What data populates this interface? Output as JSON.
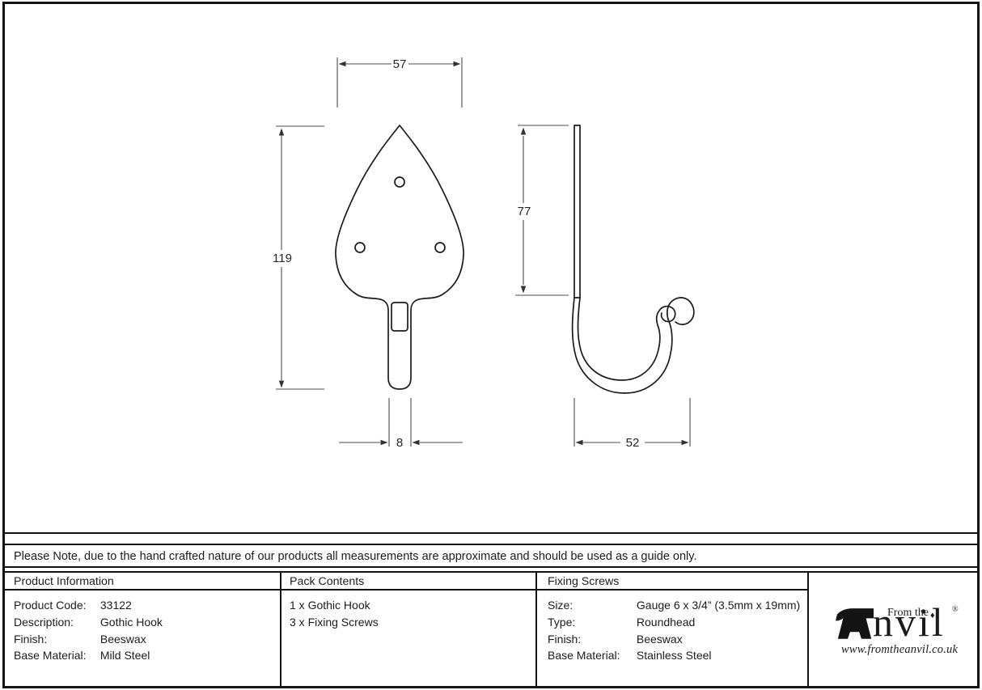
{
  "note": "Please Note, due to the hand crafted nature of our products all measurements are approximate and should be used as a guide only.",
  "drawing": {
    "dimensions": {
      "plate_width": "57",
      "plate_height": "119",
      "stem_width": "8",
      "side_plate_height": "77",
      "hook_projection": "52"
    }
  },
  "table": {
    "product_information": {
      "header": "Product Information",
      "rows": [
        {
          "label": "Product Code:",
          "value": "33122"
        },
        {
          "label": "Description:",
          "value": "Gothic Hook"
        },
        {
          "label": "Finish:",
          "value": "Beeswax"
        },
        {
          "label": "Base Material:",
          "value": "Mild Steel"
        }
      ]
    },
    "pack_contents": {
      "header": "Pack Contents",
      "items": [
        "1 x Gothic Hook",
        "3 x Fixing Screws"
      ]
    },
    "fixing_screws": {
      "header": "Fixing Screws",
      "rows": [
        {
          "label": "Size:",
          "value": "Gauge 6 x 3/4” (3.5mm x 19mm)"
        },
        {
          "label": "Type:",
          "value": "Roundhead"
        },
        {
          "label": "Finish:",
          "value": "Beeswax"
        },
        {
          "label": "Base Material:",
          "value": "Stainless Steel"
        }
      ]
    }
  },
  "logo": {
    "prefix": "From the",
    "brand_suffix": "nvil",
    "diamond": "♦",
    "registered": "®",
    "website": "www.fromtheanvil.co.uk"
  },
  "colors": {
    "line": "#141414",
    "background": "#ffffff"
  }
}
